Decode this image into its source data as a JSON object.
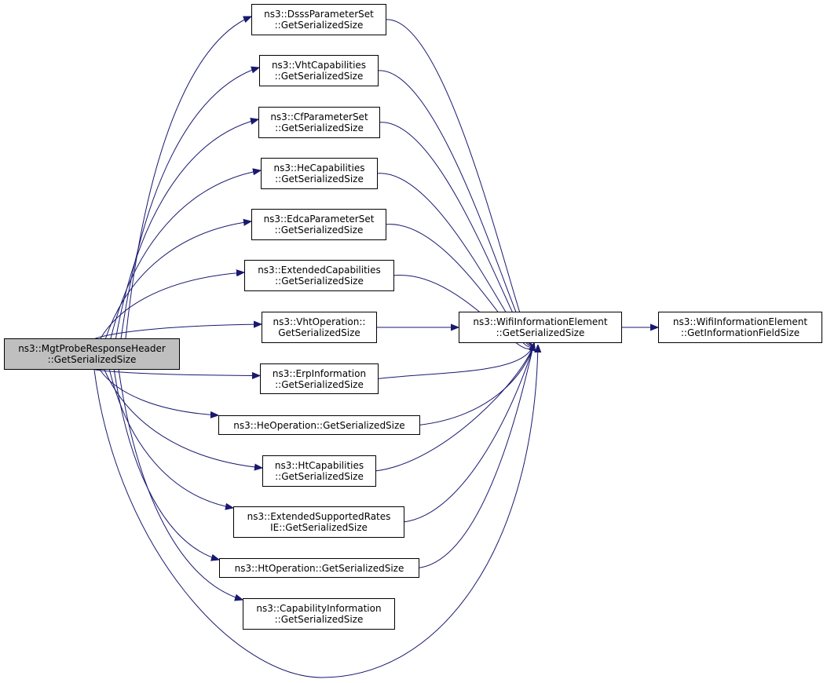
{
  "edge_color": "#191970",
  "main_fill": "#bfbfbf",
  "nodes": {
    "main": [
      "ns3::MgtProbeResponseHeader",
      "::GetSerializedSize"
    ],
    "dsss": [
      "ns3::DsssParameterSet",
      "::GetSerializedSize"
    ],
    "vhtcap": [
      "ns3::VhtCapabilities",
      "::GetSerializedSize"
    ],
    "cf": [
      "ns3::CfParameterSet",
      "::GetSerializedSize"
    ],
    "hecap": [
      "ns3::HeCapabilities",
      "::GetSerializedSize"
    ],
    "edca": [
      "ns3::EdcaParameterSet",
      "::GetSerializedSize"
    ],
    "extcap": [
      "ns3::ExtendedCapabilities",
      "::GetSerializedSize"
    ],
    "vhtop": [
      "ns3::VhtOperation::",
      "GetSerializedSize"
    ],
    "erp": [
      "ns3::ErpInformation",
      "::GetSerializedSize"
    ],
    "heop": [
      "ns3::HeOperation::GetSerializedSize"
    ],
    "htcap": [
      "ns3::HtCapabilities",
      "::GetSerializedSize"
    ],
    "extrates": [
      "ns3::ExtendedSupportedRates",
      "IE::GetSerializedSize"
    ],
    "htop": [
      "ns3::HtOperation::GetSerializedSize"
    ],
    "capinfo": [
      "ns3::CapabilityInformation",
      "::GetSerializedSize"
    ],
    "wifiie": [
      "ns3::WifiInformationElement",
      "::GetSerializedSize"
    ],
    "infofield": [
      "ns3::WifiInformationElement",
      "::GetInformationFieldSize"
    ]
  },
  "edges": [
    [
      "main",
      "dsss"
    ],
    [
      "main",
      "vhtcap"
    ],
    [
      "main",
      "cf"
    ],
    [
      "main",
      "hecap"
    ],
    [
      "main",
      "edca"
    ],
    [
      "main",
      "extcap"
    ],
    [
      "main",
      "vhtop"
    ],
    [
      "main",
      "erp"
    ],
    [
      "main",
      "heop"
    ],
    [
      "main",
      "htcap"
    ],
    [
      "main",
      "extrates"
    ],
    [
      "main",
      "htop"
    ],
    [
      "main",
      "capinfo"
    ],
    [
      "main",
      "wifiie"
    ],
    [
      "dsss",
      "wifiie"
    ],
    [
      "vhtcap",
      "wifiie"
    ],
    [
      "cf",
      "wifiie"
    ],
    [
      "hecap",
      "wifiie"
    ],
    [
      "edca",
      "wifiie"
    ],
    [
      "extcap",
      "wifiie"
    ],
    [
      "vhtop",
      "wifiie"
    ],
    [
      "erp",
      "wifiie"
    ],
    [
      "heop",
      "wifiie"
    ],
    [
      "htcap",
      "wifiie"
    ],
    [
      "extrates",
      "wifiie"
    ],
    [
      "htop",
      "wifiie"
    ],
    [
      "wifiie",
      "infofield"
    ]
  ]
}
